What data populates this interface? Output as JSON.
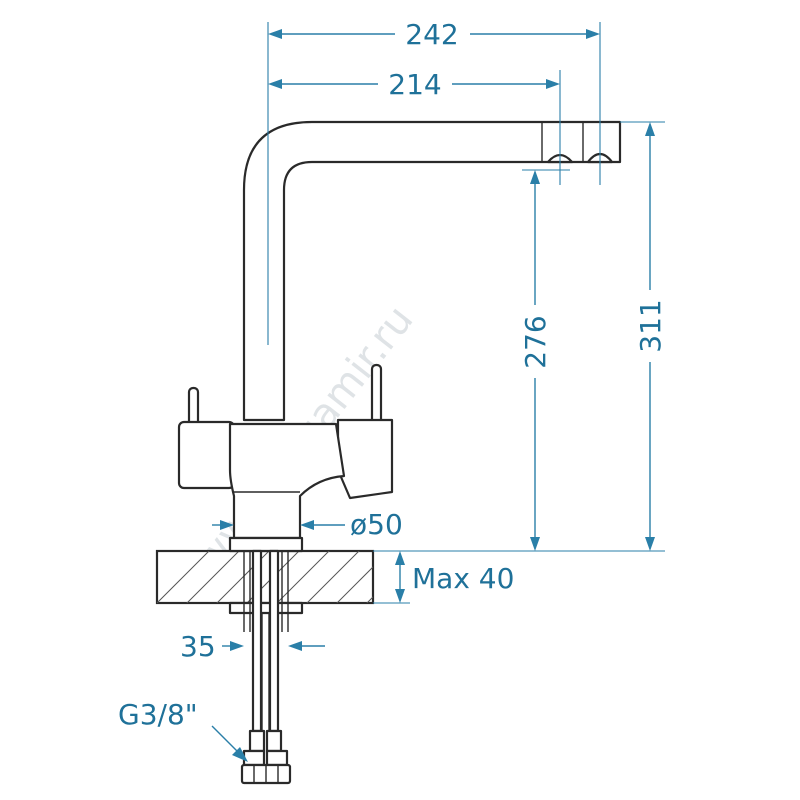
{
  "colors": {
    "dimension": "#2a7fa8",
    "outline": "#2a2a2a"
  },
  "dimensions": {
    "overall_reach": "242",
    "spout_reach": "214",
    "spout_height": "276",
    "total_height": "311",
    "body_diameter": "ø50",
    "max_counter_thickness": "Max 40",
    "mount_hole": "35",
    "connection": "G3/8\""
  },
  "watermark": "www.aquamir.ru"
}
